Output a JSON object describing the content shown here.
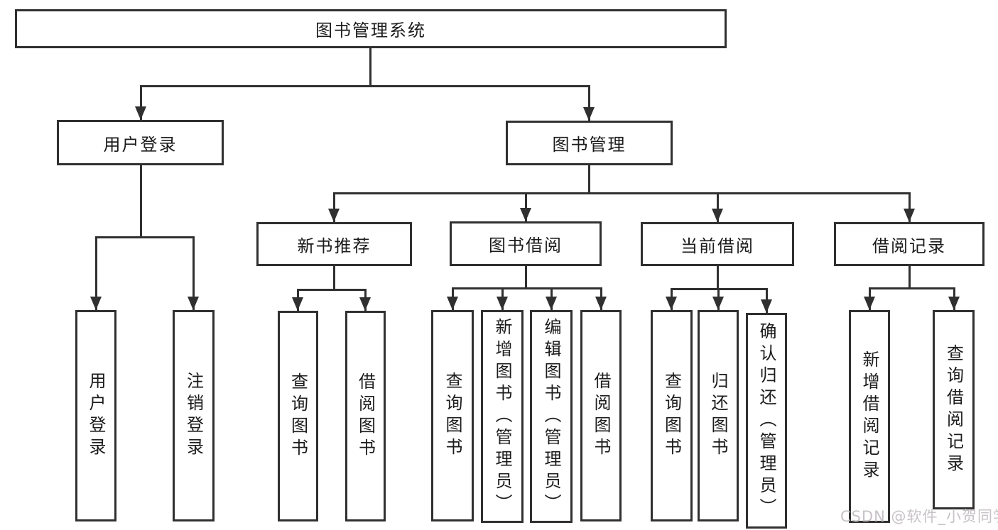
{
  "diagram": {
    "root": "图书管理系统",
    "branches": [
      {
        "label": "用户登录",
        "children": [
          {
            "label": "用户登录"
          },
          {
            "label": "注销登录"
          }
        ]
      },
      {
        "label": "图书管理",
        "children": [
          {
            "label": "新书推荐",
            "children": [
              {
                "label": "查询图书"
              },
              {
                "label": "借阅图书"
              }
            ]
          },
          {
            "label": "图书借阅",
            "children": [
              {
                "label": "查询图书"
              },
              {
                "label": "新增图书（管理员）"
              },
              {
                "label": "编辑图书（管理员）"
              },
              {
                "label": "借阅图书"
              }
            ]
          },
          {
            "label": "当前借阅",
            "children": [
              {
                "label": "查询图书"
              },
              {
                "label": "归还图书"
              },
              {
                "label": "确认归还（管理员）"
              }
            ]
          },
          {
            "label": "借阅记录",
            "children": [
              {
                "label": "新增借阅记录"
              },
              {
                "label": "查询借阅记录"
              }
            ]
          }
        ]
      }
    ]
  },
  "watermark": "CSDN @软件_小贺同学",
  "colors": {
    "line": "#303030",
    "text": "#1c1c1c",
    "background": "#ffffff",
    "watermark": "#c7c2c7"
  }
}
